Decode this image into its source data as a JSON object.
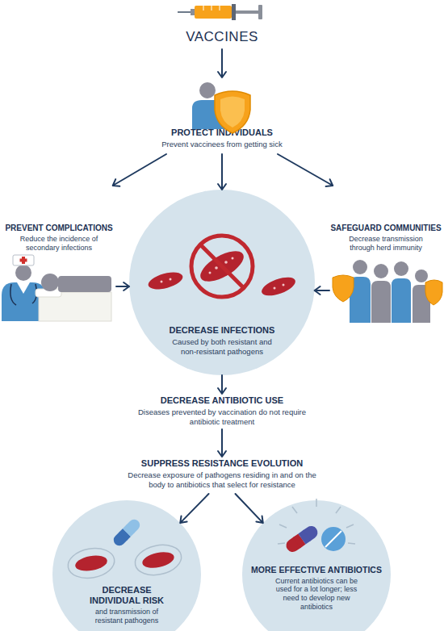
{
  "diagram": {
    "nodes": [
      {
        "text": [
          "VACCINES"
        ]
      },
      {
        "text": [
          "PROTECT INDIVIDUALS",
          "Prevent vaccinees from getting sick"
        ]
      },
      {
        "text": [
          "PREVENT COMPLICATIONS",
          "Reduce the incidence of secondary infections"
        ]
      },
      {
        "text": [
          "DECREASE INFECTIONS",
          "Caused by both resistant and non-resistant pathogens"
        ]
      },
      {
        "text": [
          "SAFEGUARD COMMUNITIES",
          "Decrease transmission through herd immunity"
        ]
      },
      {
        "text": [
          "DECREASE ANTIBIOTIC USE",
          "Diseases prevented by vaccination do not require antibiotic treatment"
        ]
      },
      {
        "text": [
          "SUPPRESS RESISTANCE EVOLUTION",
          "Decrease exposure of pathogens residing in and on the body to antibiotics that select for resistance"
        ]
      },
      {
        "text": [
          "DECREASE INDIVIDUAL RISK",
          "and transmission of resistant pathogens"
        ]
      },
      {
        "text": [
          "MORE EFFECTIVE ANTIBIOTICS",
          "Current antibiotics can be used for a lot longer; less need to develop new antibiotics"
        ]
      }
    ],
    "edges": [
      {
        "from": 0,
        "to": 1,
        "arrow": "to"
      },
      {
        "from": 1,
        "to": 2,
        "arrow": "to"
      },
      {
        "from": 1,
        "to": 3,
        "arrow": "to"
      },
      {
        "from": 1,
        "to": 4,
        "arrow": "to"
      },
      {
        "from": 2,
        "to": 3,
        "arrow": "to"
      },
      {
        "from": 4,
        "to": 3,
        "arrow": "to"
      },
      {
        "from": 3,
        "to": 5,
        "arrow": "to"
      },
      {
        "from": 5,
        "to": 6,
        "arrow": "to"
      },
      {
        "from": 6,
        "to": 7,
        "arrow": "to"
      },
      {
        "from": 6,
        "to": 8,
        "arrow": "to"
      }
    ]
  }
}
